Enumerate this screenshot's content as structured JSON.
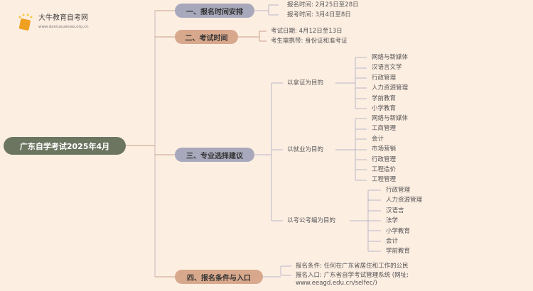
{
  "logo": {
    "name": "大牛教育自考网",
    "url": "www.daniuxuexiao.org.cn"
  },
  "root": "广东自学考试2025年4月",
  "branches": [
    {
      "label": "一、报名时间安排",
      "items": [
        "报名时间: 2月25日至28日",
        "报考时间: 3月4日至8日"
      ]
    },
    {
      "label": "二、考试时间",
      "items": [
        "考试日期: 4月12日至13日",
        "考生需携带: 身份证和准考证"
      ]
    },
    {
      "label": "三、专业选择建议",
      "groups": [
        {
          "label": "以拿证为目的",
          "items": [
            "网络与新媒体",
            "汉语言文学",
            "行政管理",
            "人力资源管理",
            "学前教育",
            "小学教育"
          ]
        },
        {
          "label": "以就业为目的",
          "items": [
            "网络与新媒体",
            "工商管理",
            "会计",
            "市场营销",
            "行政管理",
            "工程造价",
            "工程管理"
          ]
        },
        {
          "label": "以考公考编为目的",
          "items": [
            "行政管理",
            "人力资源管理",
            "汉语言",
            "法学",
            "小学教育",
            "会计",
            "学前教育"
          ]
        }
      ]
    },
    {
      "label": "四、报名条件与入口",
      "items": [
        "报名条件: 任何在广东省居住和工作的公民",
        "报名入口: 广东省自学考试管理系统 (网址:",
        "www.eeagd.edu.cn/selfec/)"
      ]
    }
  ],
  "colors": {
    "root": "#6b7560",
    "gray": "#a8a8bc",
    "tan": "#d8a88c",
    "bg": "#fdeee2"
  }
}
